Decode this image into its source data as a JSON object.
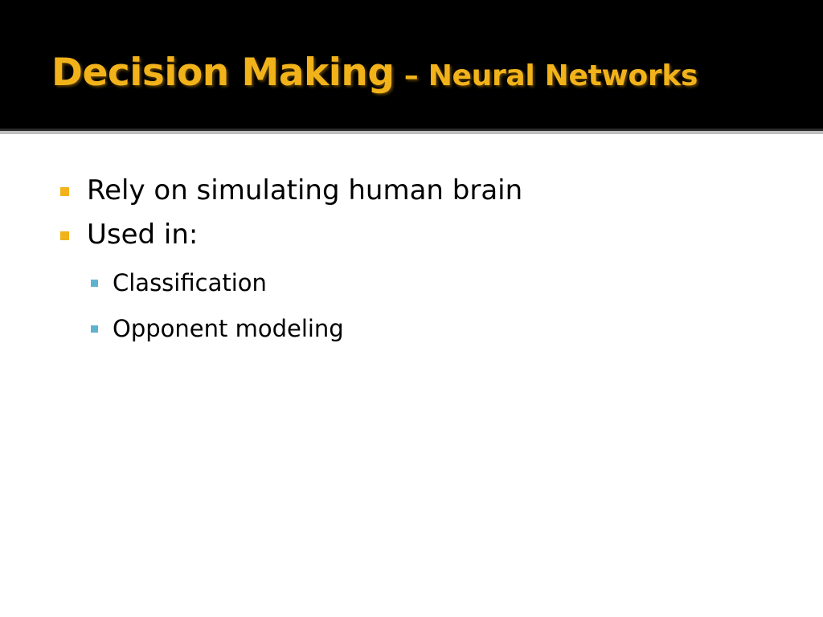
{
  "slide": {
    "title_main": "Decision Making",
    "title_separator": " – ",
    "title_sub": "Neural Networks",
    "bullets": [
      {
        "text": "Rely on simulating human brain",
        "level": 1
      },
      {
        "text": "Used in:",
        "level": 1
      },
      {
        "text": "Classification",
        "level": 2
      },
      {
        "text": "Opponent modeling",
        "level": 2
      }
    ],
    "colors": {
      "title_bar": "#000000",
      "title_text": "#f2b21a",
      "level1_marker": "#f2b21a",
      "level2_marker": "#5fb3d1",
      "body_text": "#000000"
    }
  }
}
